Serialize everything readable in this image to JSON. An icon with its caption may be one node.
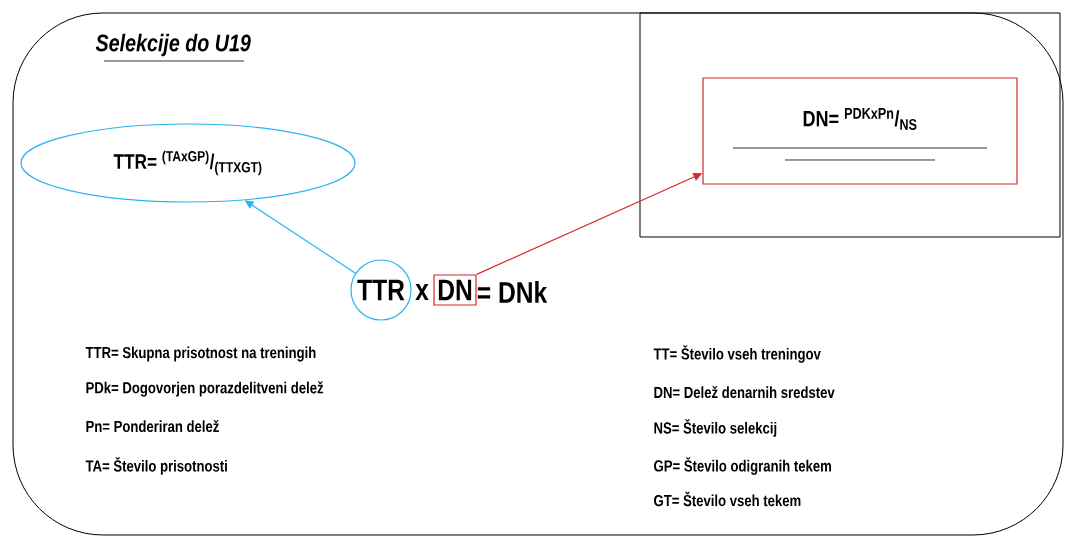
{
  "diagram": {
    "nodes": [
      {
        "text": [
          "Selekcije do U19"
        ]
      },
      {
        "text": [],
        "shape": "box",
        "in": 0
      },
      {
        "text": [
          "DN= $^{PDKxPn}$/$_{NS}$"
        ],
        "in": 1
      },
      {
        "text": [
          "TTR= $^{(TAxGP)}$/$_{(TTXGT)}$"
        ],
        "in": 0
      },
      {
        "text": [
          "TTR"
        ],
        "in": 0
      },
      {
        "text": [
          "DN"
        ],
        "in": 0
      }
    ],
    "edges": [
      {
        "from": 4,
        "to": 3,
        "arrow": "to",
        "color": "#29b6f0"
      },
      {
        "from": 5,
        "to": 2,
        "arrow": "to",
        "color": "#d62728"
      }
    ],
    "labels": [
      "x",
      "= DNk",
      "TTR= Skupna prisotnost na treningih",
      "PDk= Dogovorjen porazdelitveni delež",
      "Pn= Ponderiran delež",
      "TA= Število prisotnosti",
      "TT= Število vseh treningov",
      "DN= Delež denarnih sredstev",
      "NS= Število selekcij",
      "GP= Število odigranih tekem",
      "GT= Število vseh tekem"
    ]
  }
}
